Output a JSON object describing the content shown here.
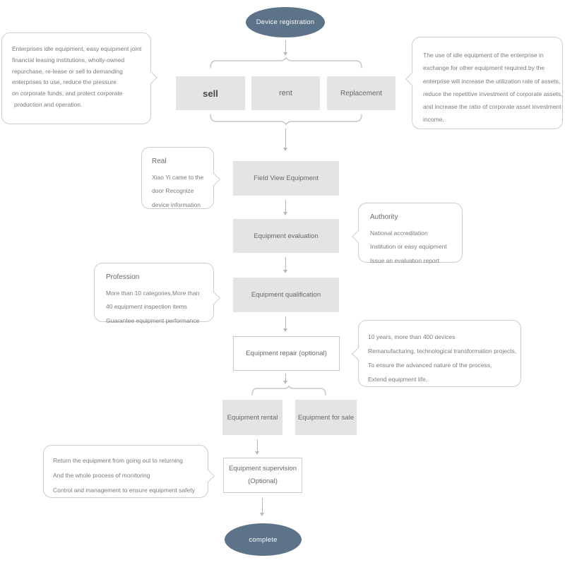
{
  "diagram": {
    "start_label": "Device registration",
    "end_label": "complete",
    "disposal_options": [
      {
        "label": "sell"
      },
      {
        "label": "rent"
      },
      {
        "label": "Replacement"
      }
    ],
    "steps": [
      {
        "label": "Field View Equipment"
      },
      {
        "label": "Equipment evaluation"
      },
      {
        "label": "Equipment qualification"
      },
      {
        "label": "Equipment repair (optional)"
      }
    ],
    "outcomes": [
      {
        "label": "Equipment  rental"
      },
      {
        "label": "Equipment for sale"
      }
    ],
    "supervision": {
      "line1": "Equipment supervision",
      "line2": "(Optional)"
    }
  },
  "callouts": {
    "idle_equipment": {
      "lines": [
        "Enterprises idle equipment, easy equipment joint",
        "financial leasing institutions, wholly-owned",
        "repurchase, re-lease or sell to demanding",
        "enterprises to use, reduce the pressure",
        "on corporate funds, and protect corporate",
        "production and operation."
      ]
    },
    "replacement_benefit": {
      "lines": [
        "The use of idle equipment of the enterprise in",
        "exchange for other equipment required by the",
        "enterprise will increase the utilization rate of assets,",
        "reduce the repetitive investment of corporate assets,",
        "and increase the ratio of corporate asset investment",
        "income."
      ]
    },
    "real": {
      "title": "Real",
      "lines": [
        "Xiao Yi came to the",
        "door  Recognize",
        "device information"
      ]
    },
    "authority": {
      "title": "Authority",
      "lines": [
        "National accreditation",
        "Institution or easy equipment",
        "Issue an evaluation report"
      ]
    },
    "profession": {
      "title": "Profession",
      "lines": [
        "More than 10 categories,More than",
        "40  equipment inspection items",
        "Guarantee equipment performance"
      ]
    },
    "repair_capability": {
      "lines": [
        "10 years, more than 400 devices",
        "Remanufacturing, technological transformation projects,",
        "To ensure the advanced nature of the process,",
        "Extend equipment life."
      ]
    },
    "supervision_scope": {
      "lines": [
        "Return the equipment from going out to returning",
        "And the whole process of monitoring",
        "Control and management to ensure equipment safety"
      ]
    }
  },
  "colors": {
    "terminal_fill": "#5d7389",
    "box_fill": "#e4e4e6",
    "callout_border": "#cccccc",
    "text": "#777777",
    "connector": "#b7b7b7"
  }
}
